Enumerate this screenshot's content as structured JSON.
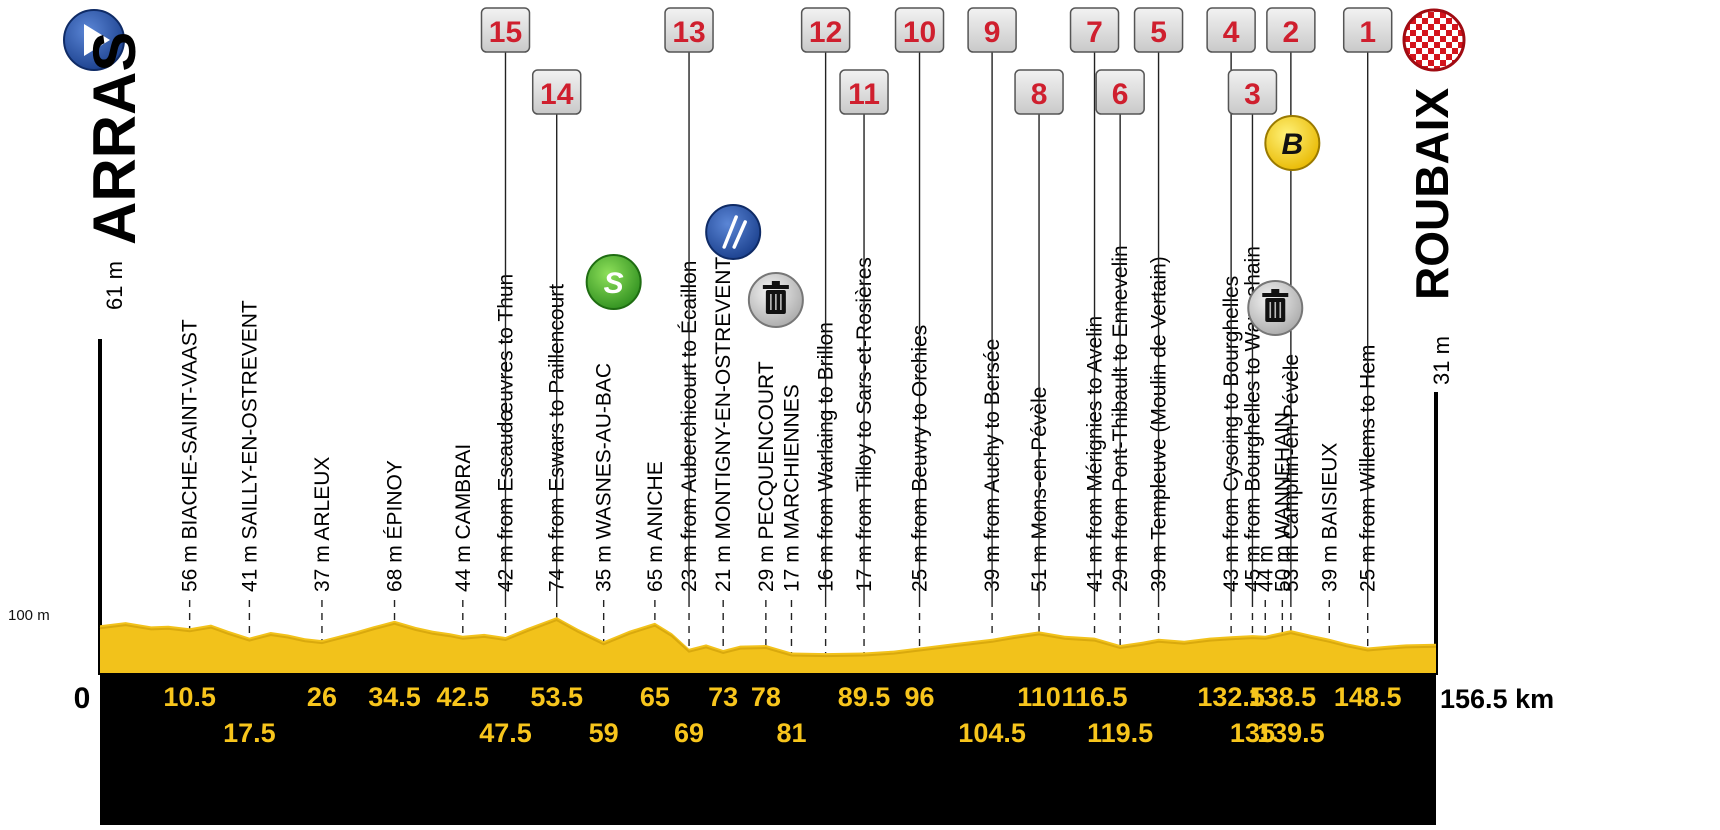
{
  "start": {
    "name": "ARRAS",
    "altitude": "61 m"
  },
  "finish": {
    "name": "ROUBAIX",
    "altitude": "31 m"
  },
  "axis": {
    "scale_label": "100 m",
    "zero_label": "0",
    "end_km": "156.5 km"
  },
  "points": [
    {
      "km": 10.5,
      "km_label": "10.5",
      "row": 1,
      "label": "56 m BIACHE-SAINT-VAAST"
    },
    {
      "km": 17.5,
      "km_label": "17.5",
      "row": 2,
      "label": "41 m SAILLY-EN-OSTREVENT"
    },
    {
      "km": 26,
      "km_label": "26",
      "row": 1,
      "label": "37 m ARLEUX"
    },
    {
      "km": 34.5,
      "km_label": "34.5",
      "row": 1,
      "label": "68 m ÉPINOY"
    },
    {
      "km": 42.5,
      "km_label": "42.5",
      "row": 1,
      "label": "44 m CAMBRAI"
    },
    {
      "km": 47.5,
      "km_label": "47.5",
      "row": 2,
      "label": "42 m from Escaudœuvres to Thun",
      "sector": "15"
    },
    {
      "km": 53.5,
      "km_label": "53.5",
      "row": 1,
      "label": "74 m from Eswars to Paillencourt",
      "sector": "14"
    },
    {
      "km": 59,
      "km_label": "59",
      "row": 2,
      "label": "35 m WASNES-AU-BAC",
      "icon": "sprint-icon"
    },
    {
      "km": 65,
      "km_label": "65",
      "row": 1,
      "label": "65 m ANICHE"
    },
    {
      "km": 69,
      "km_label": "69",
      "row": 2,
      "label": "23 m from Auberchicourt to Écaillon",
      "sector": "13"
    },
    {
      "km": 73,
      "km_label": "73",
      "row": 1,
      "label": "21 m MONTIGNY-EN-OSTREVENT",
      "icon": "feed-icon"
    },
    {
      "km": 78,
      "km_label": "78",
      "row": 1,
      "label": "29 m PECQUENCOURT",
      "icon": "waste-icon"
    },
    {
      "km": 81,
      "km_label": "81",
      "row": 2,
      "label": "17 m MARCHIENNES"
    },
    {
      "km": 85,
      "km_label": "",
      "row": 0,
      "label": "16 m from Warlaing to Brillon",
      "sector": "12"
    },
    {
      "km": 89.5,
      "km_label": "89.5",
      "row": 1,
      "label": "17 m from Tilloy to Sars-et-Rosières",
      "sector": "11"
    },
    {
      "km": 96,
      "km_label": "96",
      "row": 1,
      "label": "25 m from Beuvry to Orchies",
      "sector": "10"
    },
    {
      "km": 104.5,
      "km_label": "104.5",
      "row": 2,
      "label": "39 m from Auchy to Bersée",
      "sector": "9"
    },
    {
      "km": 110,
      "km_label": "110",
      "row": 1,
      "label": "51 m Mons-en-Pévèle",
      "sector": "8"
    },
    {
      "km": 116.5,
      "km_label": "116.5",
      "row": 1,
      "label": "41 m from Mérignies to Avelin",
      "sector": "7"
    },
    {
      "km": 119.5,
      "km_label": "119.5",
      "row": 2,
      "label": "29 m from Pont-Thibault to Ennevelin",
      "sector": "6"
    },
    {
      "km": 124,
      "km_label": "",
      "row": 0,
      "label": "39 m Templeuve (Moulin de Vertain)",
      "sector": "5"
    },
    {
      "km": 132.5,
      "km_label": "132.5",
      "row": 1,
      "label": "43 m from Cysoing to Bourghelles",
      "sector": "4"
    },
    {
      "km": 135,
      "km_label": "135",
      "row": 2,
      "label": "45 m from Bourghelles to Wannehain",
      "sector": "3"
    },
    {
      "km": 136.5,
      "km_label": "",
      "row": 0,
      "label": "44 m",
      "icon": "waste-icon"
    },
    {
      "km": 138.5,
      "km_label": "138.5",
      "row": 1,
      "label": "50 m WANNEHAIN",
      "icon": "bonus-icon"
    },
    {
      "km": 139.5,
      "km_label": "139.5",
      "row": 2,
      "label": "53 m Camphin-en-Pévèle",
      "sector": "2"
    },
    {
      "km": 144,
      "km_label": "",
      "row": 0,
      "label": "39 m BAISIEUX"
    },
    {
      "km": 148.5,
      "km_label": "148.5",
      "row": 1,
      "label": "25 m from Willems to Hem",
      "sector": "1"
    }
  ],
  "profile": {
    "km": [
      0,
      3,
      6,
      8,
      10.5,
      13,
      15,
      17.5,
      20,
      22,
      24,
      26,
      28,
      30,
      32,
      34.5,
      37,
      39,
      41,
      42.5,
      45,
      47.5,
      50,
      53.5,
      56,
      59,
      62,
      65,
      67,
      69,
      71,
      73,
      75,
      78,
      81,
      85,
      89.5,
      93,
      96,
      100,
      104.5,
      107,
      110,
      113,
      116.5,
      119.5,
      122,
      124,
      127,
      130,
      132.5,
      135,
      136.5,
      138.5,
      139.5,
      142,
      144,
      146,
      148.5,
      151,
      153,
      156.5
    ],
    "alt": [
      61,
      66,
      59,
      60,
      56,
      62,
      52,
      41,
      50,
      46,
      40,
      37,
      44,
      51,
      59,
      68,
      58,
      52,
      48,
      44,
      47,
      42,
      56,
      74,
      55,
      35,
      52,
      65,
      48,
      23,
      30,
      21,
      28,
      29,
      17,
      16,
      17,
      20,
      25,
      32,
      39,
      45,
      51,
      44,
      41,
      29,
      34,
      39,
      36,
      41,
      43,
      45,
      44,
      50,
      53,
      45,
      39,
      32,
      25,
      28,
      30,
      31
    ]
  },
  "colors": {
    "terrain": "#f2c21b",
    "terrain_dark": "#d9a90e",
    "band": "#000000",
    "km_text": "#f7c51c",
    "badge_num": "#cf1f2e",
    "start_blue": "#1f4fa8"
  }
}
